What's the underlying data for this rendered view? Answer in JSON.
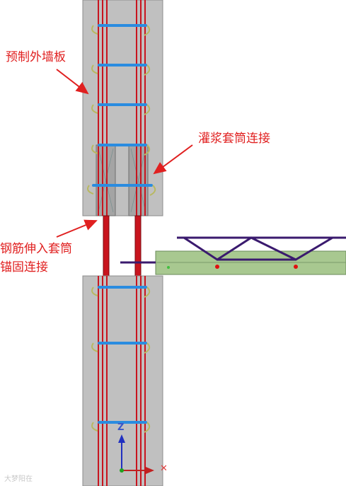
{
  "labels": {
    "precast_wall": "预制外墙板",
    "grout_sleeve": "灌浆套筒连接",
    "rebar_anchor_line1": "钢筋伸入套筒",
    "rebar_anchor_line2": "锚固连接"
  },
  "axes": {
    "z": "Z",
    "x": "✕"
  },
  "watermark": "大梦阳在",
  "colors": {
    "panel": "#c0c0c0",
    "rebar_red": "#c8141e",
    "stirrup_blue": "#2a8ce0",
    "tie_yellow": "#b8b860",
    "truss": "#3a1a6e",
    "slab": "#a8c890",
    "annotation": "#e02020"
  }
}
